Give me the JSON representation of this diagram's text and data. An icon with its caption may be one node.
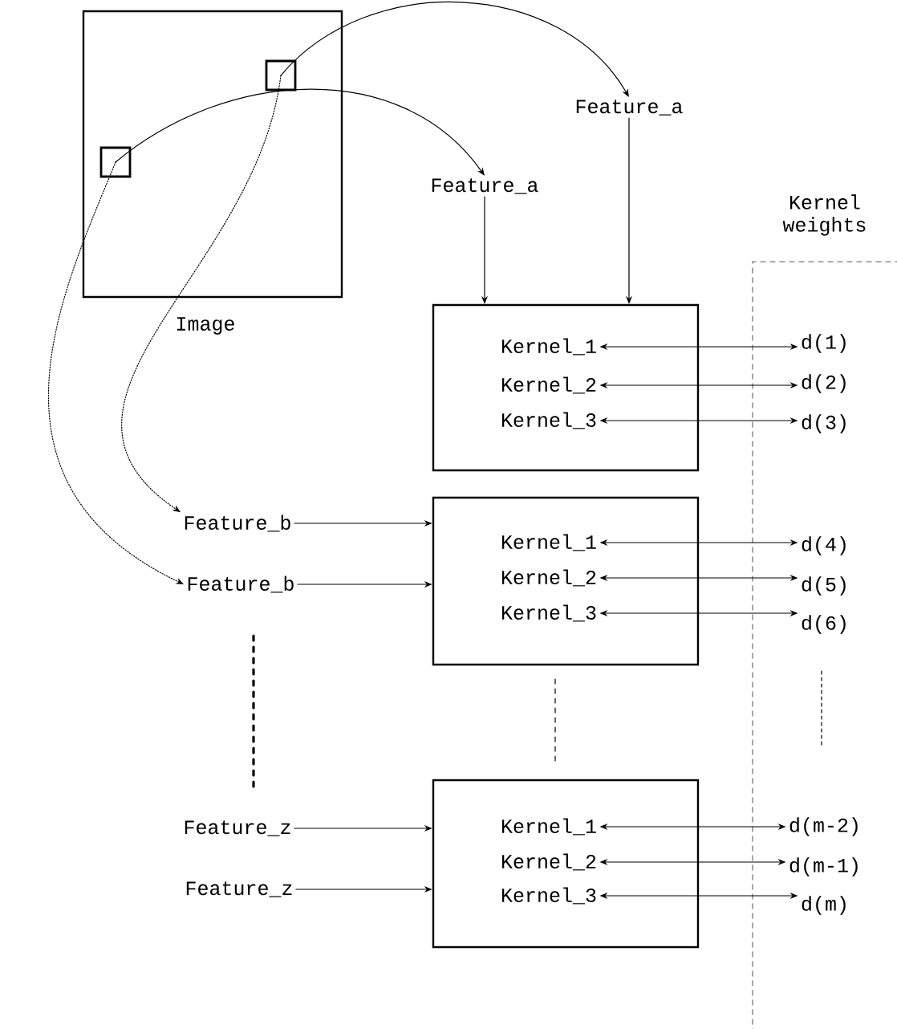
{
  "diagram": {
    "nodes": [
      {
        "text": [
          "Image"
        ]
      },
      {
        "text": [],
        "shape": "box",
        "in": 0
      },
      {
        "text": [],
        "shape": "box",
        "in": 0
      },
      {
        "text": [
          "Feature_a"
        ]
      },
      {
        "text": [
          "Feature_a"
        ]
      },
      {
        "text": [
          "Kernel weights"
        ]
      },
      {
        "text": [],
        "shape": "box"
      },
      {
        "text": [
          "Kernel_1"
        ],
        "in": 6
      },
      {
        "text": [
          "Kernel_2"
        ],
        "in": 6
      },
      {
        "text": [
          "Kernel_3"
        ],
        "in": 6
      },
      {
        "text": [
          "d(1)"
        ],
        "in": 5
      },
      {
        "text": [
          "d(2)"
        ],
        "in": 5
      },
      {
        "text": [
          "d(3)"
        ],
        "in": 5
      },
      {
        "text": [],
        "shape": "box"
      },
      {
        "text": [
          "Kernel_1"
        ],
        "in": 13
      },
      {
        "text": [
          "Kernel_2"
        ],
        "in": 13
      },
      {
        "text": [
          "Kernel_3"
        ],
        "in": 13
      },
      {
        "text": [
          "d(4)"
        ],
        "in": 5
      },
      {
        "text": [
          "d(5)"
        ],
        "in": 5
      },
      {
        "text": [
          "d(6)"
        ],
        "in": 5
      },
      {
        "text": [],
        "shape": "box"
      },
      {
        "text": [
          "Kernel_1"
        ],
        "in": 20
      },
      {
        "text": [
          "Kernel_2"
        ],
        "in": 20
      },
      {
        "text": [
          "Kernel_3"
        ],
        "in": 20
      },
      {
        "text": [
          "d(m-2)"
        ],
        "in": 5
      },
      {
        "text": [
          "d(m-1)"
        ],
        "in": 5
      },
      {
        "text": [
          "d(m)"
        ],
        "in": 5
      },
      {
        "text": [
          "Feature_b"
        ]
      },
      {
        "text": [
          "Feature_b"
        ]
      },
      {
        "text": [
          "Feature_z"
        ]
      },
      {
        "text": [
          "Feature_z"
        ]
      }
    ],
    "edges": [
      {
        "from": 1,
        "to": 3,
        "arrow": "to"
      },
      {
        "from": 2,
        "to": 4,
        "arrow": "to"
      },
      {
        "from": 1,
        "to": 27,
        "arrow": "to",
        "style": "dashed"
      },
      {
        "from": 2,
        "to": 28,
        "arrow": "to",
        "style": "dashed"
      },
      {
        "from": 3,
        "to": 6,
        "arrow": "to"
      },
      {
        "from": 4,
        "to": 6,
        "arrow": "to"
      },
      {
        "from": 7,
        "to": 10,
        "arrow": "both"
      },
      {
        "from": 8,
        "to": 11,
        "arrow": "both"
      },
      {
        "from": 9,
        "to": 12,
        "arrow": "both"
      },
      {
        "from": 27,
        "to": 13,
        "arrow": "to"
      },
      {
        "from": 28,
        "to": 13,
        "arrow": "to"
      },
      {
        "from": 14,
        "to": 17,
        "arrow": "both"
      },
      {
        "from": 15,
        "to": 18,
        "arrow": "both"
      },
      {
        "from": 16,
        "to": 19,
        "arrow": "both"
      },
      {
        "from": 29,
        "to": 20,
        "arrow": "to"
      },
      {
        "from": 30,
        "to": 20,
        "arrow": "to"
      },
      {
        "from": 21,
        "to": 24,
        "arrow": "both"
      },
      {
        "from": 22,
        "to": 25,
        "arrow": "both"
      },
      {
        "from": 23,
        "to": 26,
        "arrow": "both"
      }
    ]
  }
}
